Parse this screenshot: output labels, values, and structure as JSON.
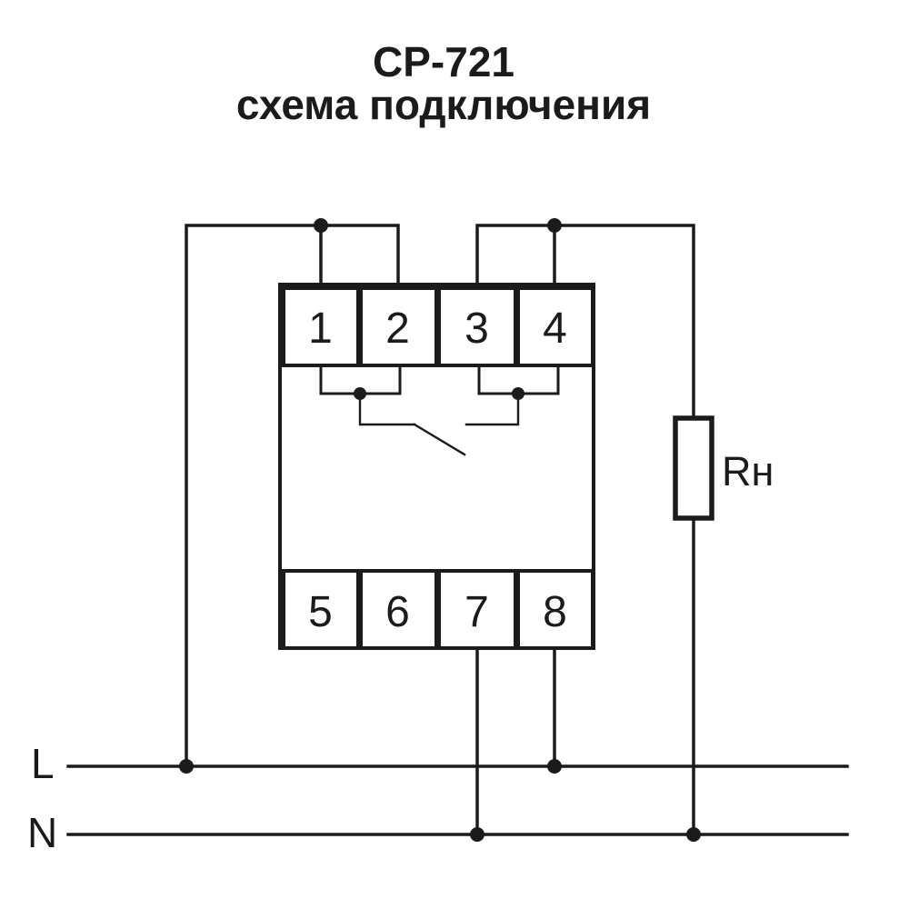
{
  "title": {
    "line1": "СР-721",
    "line2": "схема подключения"
  },
  "device": {
    "terminals_top": [
      "1",
      "2",
      "3",
      "4"
    ],
    "terminals_bottom": [
      "5",
      "6",
      "7",
      "8"
    ],
    "relay_contact": "open-switch-between-terminals-1-2-and-3-4"
  },
  "labels": {
    "phase_rail": "L",
    "neutral_rail": "N",
    "load_resistor": "Rн"
  },
  "colors": {
    "ink": "#1b1b1b",
    "background": "#ffffff"
  }
}
